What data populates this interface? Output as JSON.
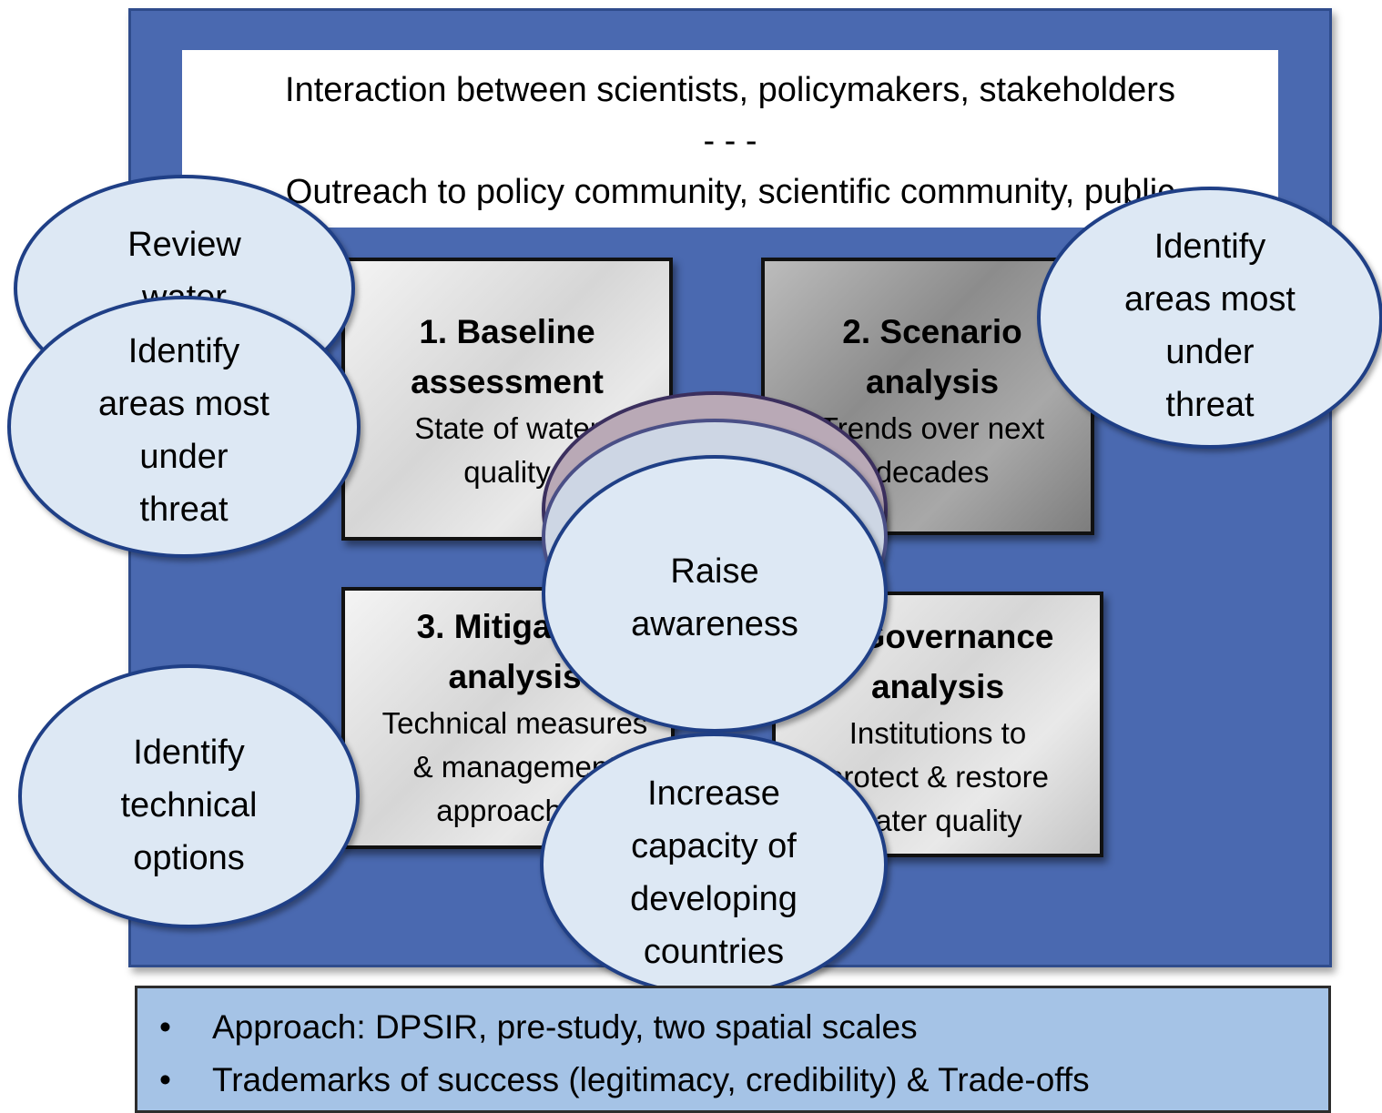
{
  "header": {
    "line1": "Interaction between scientists, policymakers, stakeholders",
    "separator": "- - -",
    "line3": "Outreach to policy community, scientific community, public"
  },
  "boxes": [
    {
      "title_lines": [
        "1. Baseline",
        "assessment"
      ],
      "subtitle_lines": [
        "State of water",
        "quality"
      ]
    },
    {
      "title_lines": [
        "2. Scenario",
        "analysis"
      ],
      "subtitle_lines": [
        "Trends over next",
        "decades"
      ]
    },
    {
      "title_lines": [
        "3. Mitigation",
        "analysis"
      ],
      "subtitle_lines": [
        "Technical measures",
        "& management",
        "approaches"
      ]
    },
    {
      "title_lines": [
        "4. Governance",
        "analysis"
      ],
      "subtitle_lines": [
        "Institutions to",
        "protect & restore",
        "water quality"
      ]
    }
  ],
  "ellipses": {
    "review": [
      "Review",
      "water"
    ],
    "identify_left": [
      "Identify",
      "areas most",
      "under",
      "threat"
    ],
    "identify_right": [
      "Identify",
      "areas most",
      "under",
      "threat"
    ],
    "technical": [
      "Identify",
      "technical",
      "options"
    ],
    "raise": [
      "Raise",
      "awareness"
    ],
    "capacity": [
      "Increase",
      "capacity of",
      "developing",
      "countries"
    ]
  },
  "bullets": [
    "Approach: DPSIR, pre-study, two spatial scales",
    "Trademarks of success (legitimacy, credibility) & Trade-offs"
  ],
  "bullet_symbol": "•",
  "colors": {
    "outer_fill": "#4a69b0",
    "ellipse_fill": "#dde8f4",
    "ellipse_border": "#1f3f86",
    "bottom_fill": "#a5c3e6"
  }
}
